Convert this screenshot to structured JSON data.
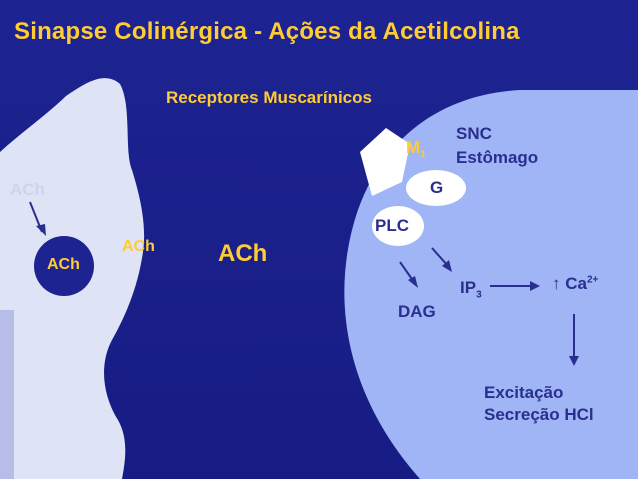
{
  "title": "Sinapse Colinérgica - Ações da Acetilcolina",
  "subtitle": "Receptores Muscarínicos",
  "presynaptic": {
    "ach_release_label": "ACh",
    "vesicle_label": "ACh",
    "cleft_small_label": "ACh"
  },
  "cleft_ach_label": "ACh",
  "receptor": {
    "label_main": "M",
    "label_sub": "1",
    "g_protein": "G",
    "plc": "PLC"
  },
  "locations": {
    "line1": "SNC",
    "line2": "Estômago"
  },
  "pathway": {
    "ip3_main": "IP",
    "ip3_sub": "3",
    "dag": "DAG",
    "calcium_main": "Ca",
    "calcium_sup": "2+",
    "calcium_arrow": "↑",
    "effect_line1": "Excitação",
    "effect_line2": "Secreção HCl"
  },
  "colors": {
    "background": "#1a1f86",
    "accent_yellow": "#ffcc33",
    "postsynaptic_cell": "#9fb5f5",
    "presynaptic_cell": "#dfe3f6",
    "dark_text": "#2a2f8f"
  }
}
